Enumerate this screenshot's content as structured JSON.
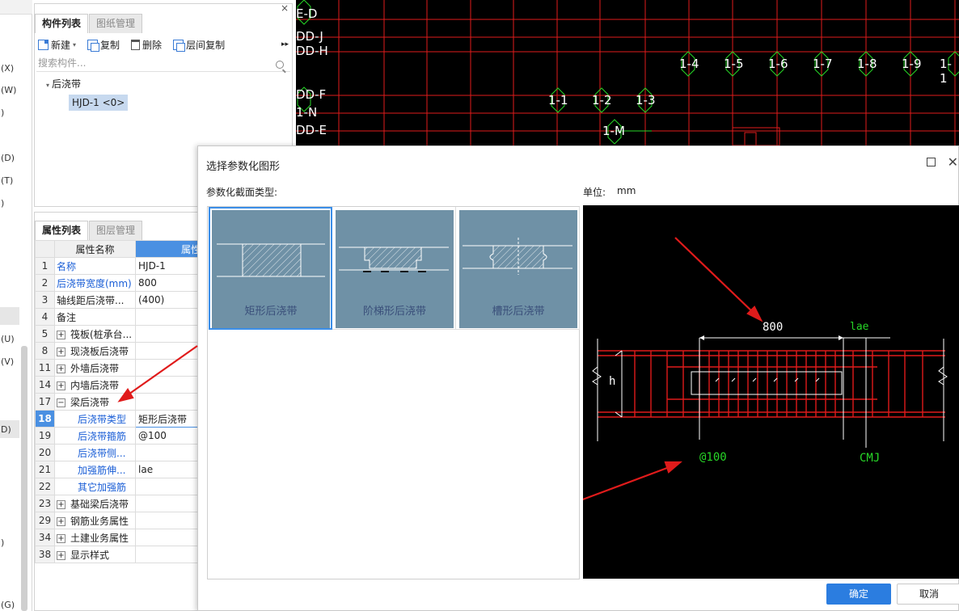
{
  "left_strip": {
    "shortcuts": [
      "(X)",
      "(W)",
      ")",
      "(D)",
      "(T)",
      ")",
      "(U)",
      "(V)",
      "D)",
      ")",
      "(G)"
    ]
  },
  "component_panel": {
    "tabs": [
      "构件列表",
      "图纸管理"
    ],
    "toolbar": {
      "new": "新建",
      "copy": "复制",
      "delete": "删除",
      "floor_copy": "层间复制",
      "more": "▸▸"
    },
    "search_placeholder": "搜索构件...",
    "tree": {
      "root": "后浇带",
      "leaf": "HJD-1 <0>"
    },
    "close": "×"
  },
  "property_panel": {
    "tabs": [
      "属性列表",
      "图层管理"
    ],
    "headers": {
      "name": "属性名称",
      "value": "属性"
    },
    "rows": [
      {
        "num": "1",
        "name": "名称",
        "value": "HJD-1",
        "blue": true
      },
      {
        "num": "2",
        "name": "后浇带宽度(mm)",
        "value": "800",
        "blue": true
      },
      {
        "num": "3",
        "name": "轴线距后浇带...",
        "value": "(400)",
        "blue": false
      },
      {
        "num": "4",
        "name": "备注",
        "value": "",
        "blue": false
      },
      {
        "num": "5",
        "name": "筏板(桩承台...",
        "value": "",
        "expander": "+"
      },
      {
        "num": "8",
        "name": "现浇板后浇带",
        "value": "",
        "expander": "+"
      },
      {
        "num": "11",
        "name": "外墙后浇带",
        "value": "",
        "expander": "+"
      },
      {
        "num": "14",
        "name": "内墙后浇带",
        "value": "",
        "expander": "+"
      },
      {
        "num": "17",
        "name": "梁后浇带",
        "value": "",
        "expander": "−"
      },
      {
        "num": "18",
        "name": "后浇带类型",
        "value": "矩形后浇带",
        "blue": true,
        "child": true,
        "selected": true
      },
      {
        "num": "19",
        "name": "后浇带箍筋",
        "value": "@100",
        "blue": true,
        "child": true
      },
      {
        "num": "20",
        "name": "后浇带侧...",
        "value": "",
        "blue": true,
        "child": true
      },
      {
        "num": "21",
        "name": "加强筋伸...",
        "value": "lae",
        "blue": true,
        "child": true
      },
      {
        "num": "22",
        "name": "其它加强筋",
        "value": "",
        "blue": true,
        "child": true
      },
      {
        "num": "23",
        "name": "基础梁后浇带",
        "value": "",
        "expander": "+"
      },
      {
        "num": "29",
        "name": "钢筋业务属性",
        "value": "",
        "expander": "+"
      },
      {
        "num": "34",
        "name": "土建业务属性",
        "value": "",
        "expander": "+"
      },
      {
        "num": "38",
        "name": "显示样式",
        "value": "",
        "expander": "+"
      }
    ]
  },
  "cad": {
    "axis_labels_left": [
      "E-D",
      "DD-J",
      "DD-H",
      "DD-F",
      "1-N",
      "DD-E"
    ],
    "markers_row1": [
      "1-4",
      "1-5",
      "1-6",
      "1-7",
      "1-8",
      "1-9",
      "1-1"
    ],
    "markers_row2": [
      "1-1",
      "1-2",
      "1-3"
    ],
    "marker_row3": "1-M"
  },
  "dialog": {
    "title": "选择参数化图形",
    "section_label": "参数化截面类型:",
    "unit_label": "单位:",
    "unit_value": "mm",
    "options": [
      "矩形后浇带",
      "阶梯形后浇带",
      "槽形后浇带"
    ],
    "preview": {
      "width": "800",
      "lae": "lae",
      "h": "h",
      "stirrup": "@100",
      "cmj": "CMJ"
    },
    "ok": "确定",
    "cancel": "取消"
  },
  "colors": {
    "accent": "#4a90e2",
    "thumb_bg": "#6f91a6",
    "cad_red": "#e01b1b",
    "cad_green": "#27d627"
  }
}
